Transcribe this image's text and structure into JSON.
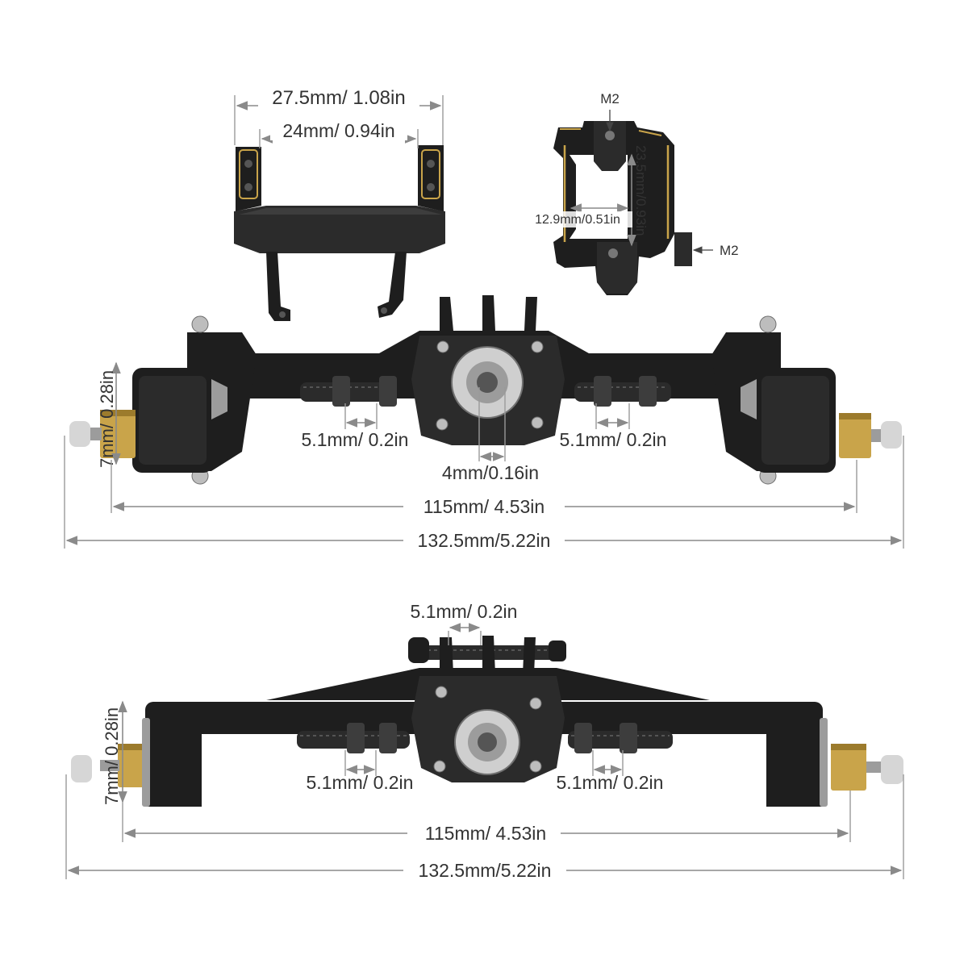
{
  "labels": {
    "mount_outer_width": "27.5mm/ 1.08in",
    "mount_inner_width": "24mm/ 0.94in",
    "knuckle_top_screw": "M2",
    "knuckle_side_screw": "M2",
    "knuckle_height": "23.5mm/0.93in",
    "knuckle_width": "12.9mm/0.51in",
    "front_hex_height": "7mm/ 0.28in",
    "front_link_left": "5.1mm/ 0.2in",
    "front_link_right": "5.1mm/ 0.2in",
    "front_pinion_bore": "4mm/0.16in",
    "front_hub_span": "115mm/ 4.53in",
    "front_total_span": "132.5mm/5.22in",
    "rear_top_link": "5.1mm/ 0.2in",
    "rear_hex_height": "7mm/ 0.28in",
    "rear_link_left": "5.1mm/ 0.2in",
    "rear_link_right": "5.1mm/ 0.2in",
    "rear_hub_span": "115mm/ 4.53in",
    "rear_total_span": "132.5mm/5.22in"
  },
  "colors": {
    "anodized_black": "#1e1e1e",
    "brass": "#c9a44a",
    "dimension_line": "#8a8a8a",
    "text": "#333333"
  }
}
